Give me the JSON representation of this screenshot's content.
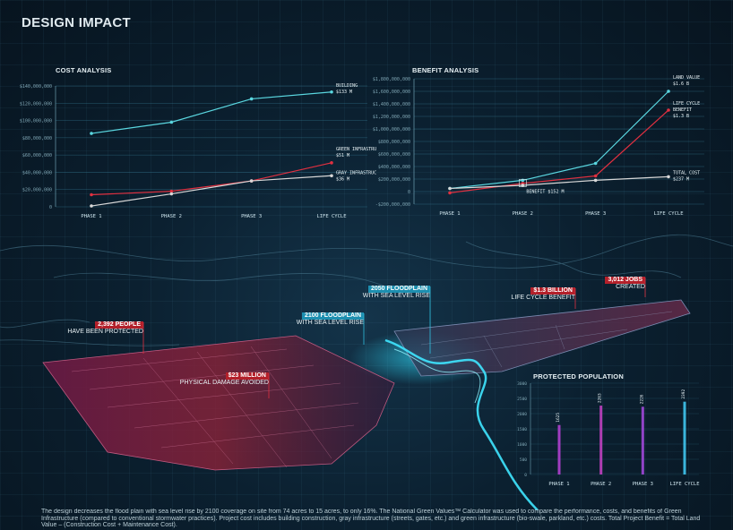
{
  "page_title": "DESIGN IMPACT",
  "colors": {
    "building": "#5ad7e0",
    "green_infrastructure": "#e03040",
    "gray_infrastructure": "#d8d8d8",
    "accent_blue": "#1d8fb0",
    "accent_red": "#b3202a"
  },
  "chart_data": [
    {
      "type": "line",
      "title": "COST ANALYSIS",
      "categories": [
        "PHASE 1",
        "PHASE 2",
        "PHASE 3",
        "LIFE CYCLE"
      ],
      "y_ticks": [
        "$140,000,000",
        "$120,000,000",
        "$100,000,000",
        "$80,000,000",
        "$60,000,000",
        "$40,000,000",
        "$20,000,000",
        "0"
      ],
      "ylim": [
        0,
        140000000
      ],
      "series": [
        {
          "name": "BUILDING",
          "values": [
            85000000,
            98000000,
            125000000,
            133000000
          ],
          "label": "$133 M"
        },
        {
          "name": "GREEN INFRASTRUCTURE",
          "values": [
            14000000,
            18000000,
            30000000,
            51000000
          ],
          "label": "$51 M"
        },
        {
          "name": "GRAY INFRASTRUCTURE",
          "values": [
            1000000,
            15000000,
            30000000,
            36000000
          ],
          "label": "$36 M"
        }
      ]
    },
    {
      "type": "line",
      "title": "BENEFIT ANALYSIS",
      "categories": [
        "PHASE 1",
        "PHASE 2",
        "PHASE 3",
        "LIFE CYCLE"
      ],
      "y_ticks": [
        "$1,800,000,000",
        "$1,600,000,000",
        "$1,400,000,000",
        "$1,200,000,000",
        "$1,000,000,000",
        "$800,000,000",
        "$600,000,000",
        "$400,000,000",
        "$200,000,000",
        "0",
        "-$200,000,000"
      ],
      "ylim": [
        -200000000,
        1800000000
      ],
      "series": [
        {
          "name": "LAND VALUE",
          "values": [
            50000000,
            180000000,
            450000000,
            1600000000
          ],
          "label": "$1.6 B"
        },
        {
          "name": "LIFE CYCLE BENEFIT",
          "values": [
            -20000000,
            130000000,
            250000000,
            1300000000
          ],
          "label": "$1.3 B"
        },
        {
          "name": "TOTAL COST",
          "values": [
            50000000,
            100000000,
            180000000,
            237000000
          ],
          "label": "$237 M"
        }
      ],
      "annotations": [
        {
          "text": "BENEFIT $152 M",
          "category": "PHASE 2"
        }
      ]
    },
    {
      "type": "bar",
      "title": "PROTECTED POPULATION",
      "categories": [
        "PHASE 1",
        "PHASE 2",
        "PHASE 3",
        "LIFE CYCLE"
      ],
      "values": [
        1625,
        2263,
        2226,
        2392
      ],
      "y_ticks": [
        "3000",
        "2500",
        "2000",
        "1500",
        "1000",
        "500",
        "0"
      ],
      "ylim": [
        0,
        3000
      ]
    }
  ],
  "map_labels": {
    "people": {
      "highlight": "2,392 PEOPLE",
      "sub": "HAVE BEEN PROTECTED"
    },
    "damage": {
      "highlight": "$23 MILLION",
      "sub": "PHYSICAL DAMAGE AVOIDED"
    },
    "floodplain_2100": {
      "highlight": "2100 FLOODPLAIN",
      "sub": "WITH SEA LEVEL RISE"
    },
    "floodplain_2050": {
      "highlight": "2050 FLOODPLAIN",
      "sub": "WITH SEA LEVEL RISE"
    },
    "benefit": {
      "highlight": "$1.3 BILLION",
      "sub": "LIFE CYCLE BENEFIT"
    },
    "jobs": {
      "highlight": "3,012 JOBS",
      "sub": "CREATED"
    }
  },
  "footer_text": "The design decreases the flood plain with sea level rise by 2100 coverage on site from 74 acres to 15 acres, to only 16%. The National Green Values™ Calculator was used to compare the performance, costs, and benefits of Green Infrastructure (compared to conventional stormwater practices). Project cost includes building construction, gray infrastructure (streets, gates, etc.) and green infrastructure (bio-swale, parkland, etc.) costs. Total Project Benefit = Total Land Value – (Construction Cost + Maintenance Cost)."
}
